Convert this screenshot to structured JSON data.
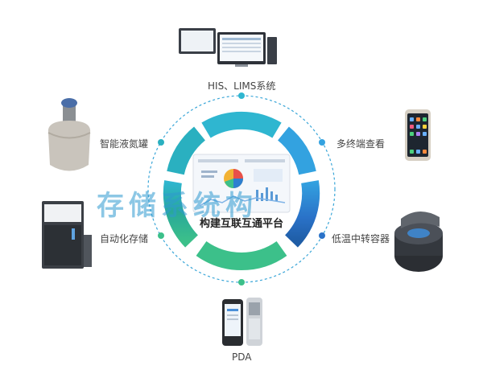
{
  "center": {
    "title": "构建互联互通平台",
    "overlay_text": "存储系统构"
  },
  "nodes": {
    "top": "HIS、LIMS系统",
    "upper_left": "智能液氮罐",
    "upper_right": "多终端查看",
    "lower_left": "自动化存储",
    "lower_right": "低温中转容器",
    "bottom": "PDA"
  },
  "colors": {
    "ring_cyan": "#2fb6d0",
    "ring_teal": "#22a39a",
    "ring_green": "#3cc08a",
    "ring_blue": "#2d7fd0",
    "ring_navy": "#1f5da6",
    "dash": "#3aa6d8",
    "dot": "#3aa6d8"
  }
}
